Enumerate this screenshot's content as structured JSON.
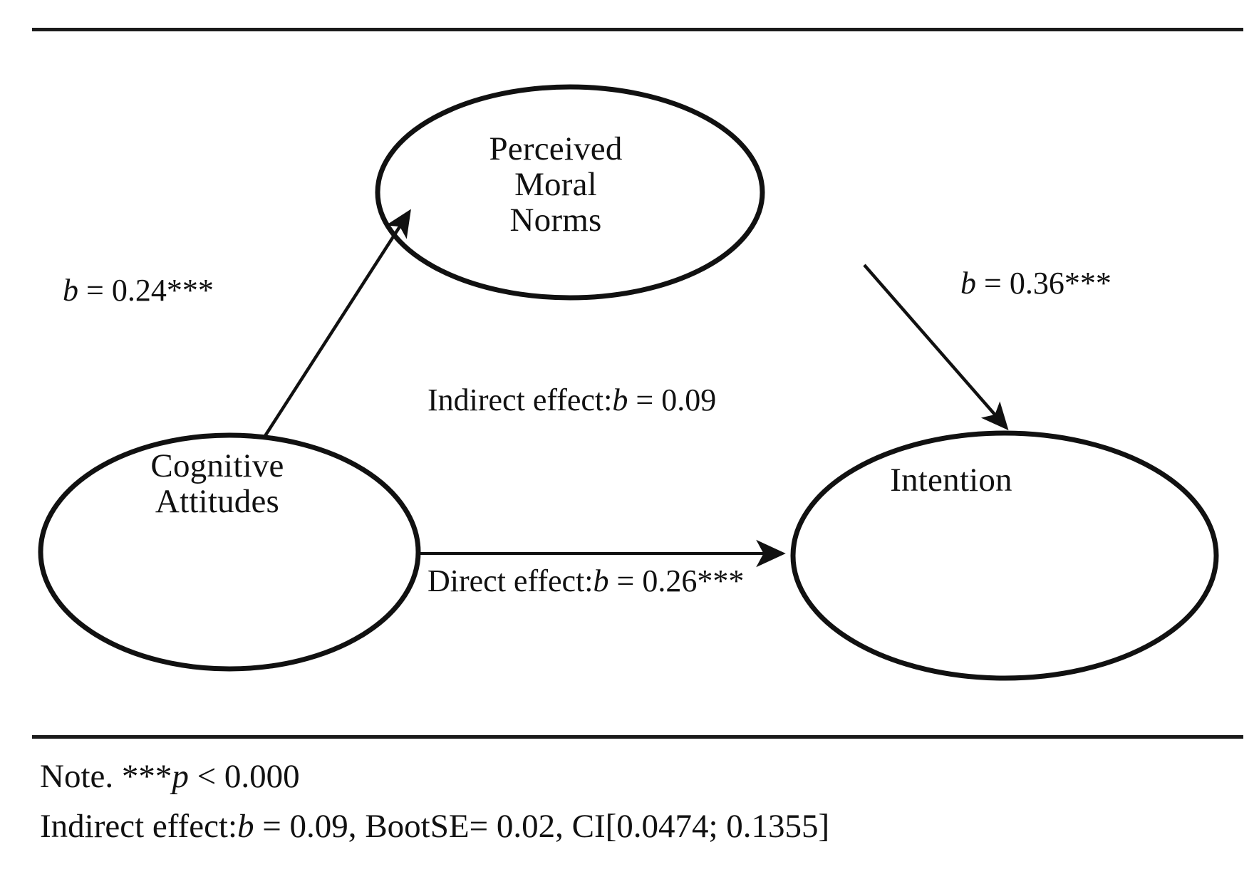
{
  "figure": {
    "type": "mediation-path-diagram",
    "rules": {
      "top": "horizontal-rule",
      "bottom": "horizontal-rule"
    }
  },
  "nodes": [
    {
      "id": "perceived-moral-norms",
      "label": "Perceived\nMoral\nNorms",
      "shape": "ellipse"
    },
    {
      "id": "cognitive-attitudes",
      "label": "Cognitive\nAttitudes",
      "shape": "ellipse"
    },
    {
      "id": "intention",
      "label": "Intention",
      "shape": "ellipse"
    }
  ],
  "edges": [
    {
      "id": "a-path",
      "from": "cognitive-attitudes",
      "to": "perceived-moral-norms",
      "coefficient_symbol": "b",
      "equals": "=",
      "value": "0.24",
      "stars": "***",
      "label_full": "b = 0.24***"
    },
    {
      "id": "b-path",
      "from": "perceived-moral-norms",
      "to": "intention",
      "coefficient_symbol": "b",
      "equals": "=",
      "value": "0.36",
      "stars": "***",
      "label_full": "b = 0.36***"
    },
    {
      "id": "c-prime-path",
      "from": "cognitive-attitudes",
      "to": "intention",
      "prefix": "Direct effect:",
      "coefficient_symbol": "b",
      "equals": "=",
      "value": "0.26",
      "stars": "***",
      "label_full": "Direct effect: b = 0.26***"
    }
  ],
  "indirect_effect_label": {
    "prefix": "Indirect effect:",
    "coefficient_symbol": "b",
    "equals": "=",
    "value": "0.09",
    "label_full": "Indirect effect: b = 0.09"
  },
  "note": {
    "line1": {
      "lead": "Note.",
      "stars": "***",
      "symbol": "p",
      "comparison": "< 0.000",
      "full": "Note. *** p < 0.000"
    },
    "line2": {
      "lead": "Indirect effect:",
      "symbol": "b",
      "value": "= 0.09,",
      "bootse_label": "BootSE",
      "bootse_value": "= 0.02,",
      "ci_label": "CI",
      "ci_value": "[0.0474; 0.1355]",
      "full": "Indirect effect: b = 0.09, BootSE = 0.02, CI [0.0474; 0.1355]"
    }
  },
  "colors": {
    "ink": "#111111",
    "rule": "#1b1b1b",
    "background": "#ffffff"
  }
}
